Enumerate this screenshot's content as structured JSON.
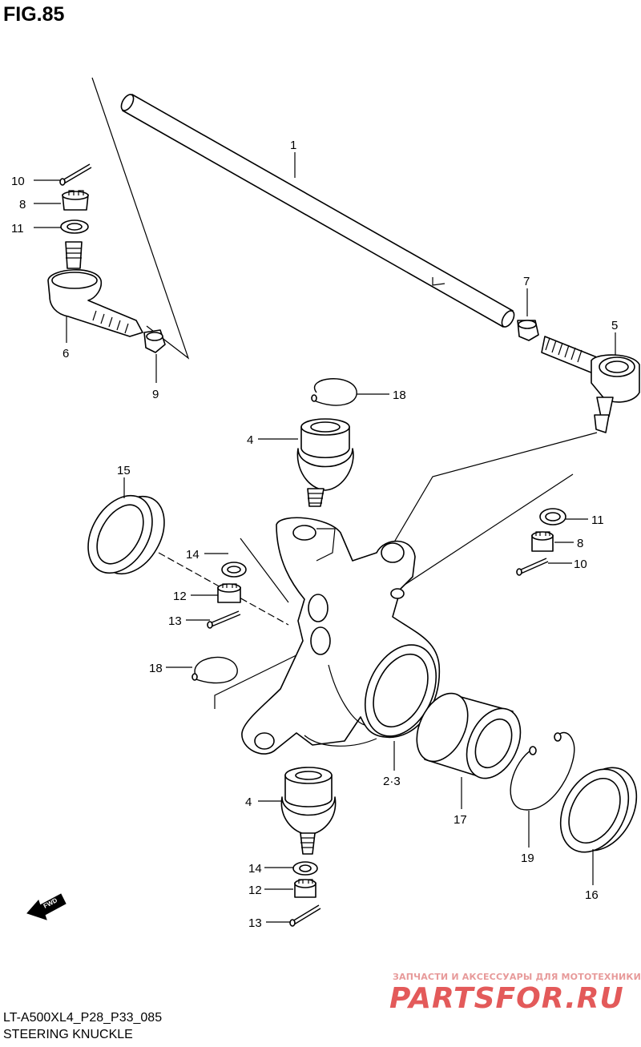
{
  "figure": {
    "title": "FIG.85"
  },
  "footer": {
    "code": "LT-A500XL4_P28_P33_085",
    "name": "STEERING KNUCKLE"
  },
  "watermark": {
    "line1": "ЗАПЧАСТИ И АКСЕССУАРЫ ДЛЯ МОТОТЕХНИКИ",
    "line2": "PARTSFOR.RU"
  },
  "fwd_label": "FWD",
  "callouts": {
    "c1": "1",
    "c2_3": "2·3",
    "c4_top": "4",
    "c4_bottom": "4",
    "c5": "5",
    "c6": "6",
    "c7": "7",
    "c8_left": "8",
    "c8_right": "8",
    "c9": "9",
    "c10_left": "10",
    "c10_right": "10",
    "c11_left": "11",
    "c11_right": "11",
    "c12_mid": "12",
    "c12_bottom": "12",
    "c13_mid": "13",
    "c13_bottom": "13",
    "c14_mid": "14",
    "c14_bottom": "14",
    "c15": "15",
    "c16": "16",
    "c17": "17",
    "c18_top": "18",
    "c18_mid": "18",
    "c19": "19"
  }
}
